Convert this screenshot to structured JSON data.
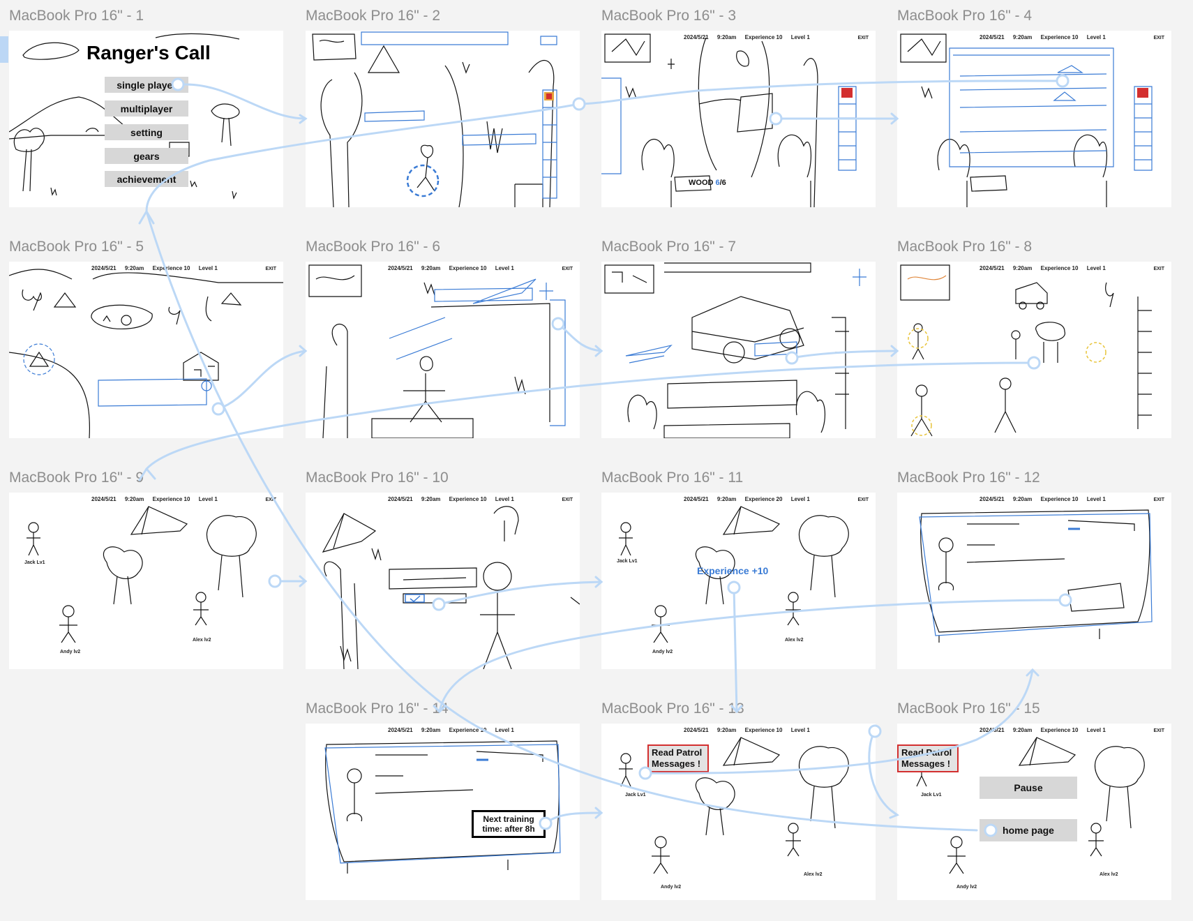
{
  "frames": [
    {
      "label": "MacBook Pro 16\" - 1"
    },
    {
      "label": "MacBook Pro 16\" - 2"
    },
    {
      "label": "MacBook Pro 16\" - 3"
    },
    {
      "label": "MacBook Pro 16\" - 4"
    },
    {
      "label": "MacBook Pro 16\" - 5"
    },
    {
      "label": "MacBook Pro 16\" - 6"
    },
    {
      "label": "MacBook Pro 16\" - 7"
    },
    {
      "label": "MacBook Pro 16\" - 8"
    },
    {
      "label": "MacBook Pro 16\" - 9"
    },
    {
      "label": "MacBook Pro 16\" - 10"
    },
    {
      "label": "MacBook Pro 16\" - 11"
    },
    {
      "label": "MacBook Pro 16\" - 12"
    },
    {
      "label": "MacBook Pro 16\" - 14"
    },
    {
      "label": "MacBook Pro 16\" - 13"
    },
    {
      "label": "MacBook Pro 16\" - 15"
    }
  ],
  "home": {
    "title": "Ranger's Call",
    "menu": [
      "single player",
      "multiplayer",
      "setting",
      "gears",
      "achievement"
    ]
  },
  "status": {
    "date": "2024/5/21",
    "time": "9:20am",
    "experience": "Experience 10",
    "experience_after": "Experience 20",
    "level": "Level 1",
    "exit": "EXIT"
  },
  "characters": {
    "jack": "Jack Lv1",
    "andy": "Andy lv2",
    "alex": "Alex lv2"
  },
  "frame3": {
    "wood": "6"
  },
  "frame11": {
    "reward": "Experience +10"
  },
  "frame14": {
    "next_training": "Next training time: after 8h"
  },
  "frame13": {
    "alert": "Read Patrol Messages !"
  },
  "frame15": {
    "alert": "Read Patrol Messages !",
    "pause": "Pause",
    "home": "home page"
  },
  "colors": {
    "canvas": "#f3f3f3",
    "label": "#8d8d8d",
    "flow": "#bcd8f6",
    "accent": "#3a7bd5",
    "alert": "#d32f2f"
  }
}
